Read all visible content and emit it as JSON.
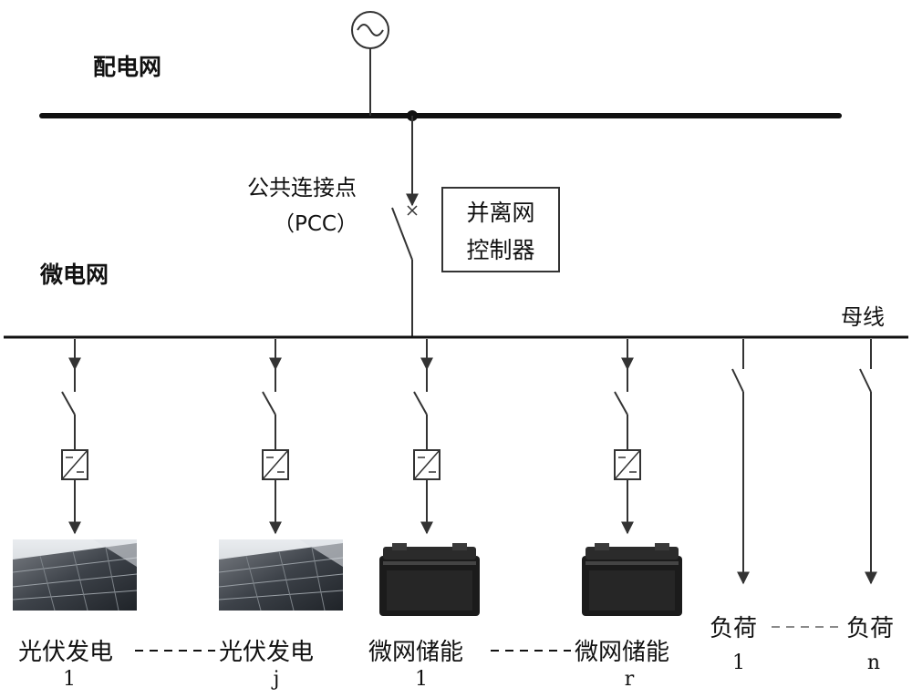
{
  "grid": {
    "label": "配电网"
  },
  "microgrid": {
    "label": "微电网"
  },
  "pcc": {
    "label": "公共连接点",
    "abbr": "（PCC）"
  },
  "controller": {
    "line1": "并离网",
    "line2": "控制器"
  },
  "bus": {
    "label": "母线"
  },
  "units": [
    {
      "label": "光伏发电",
      "index": "1",
      "kind": "solar-panel"
    },
    {
      "label": "光伏发电",
      "index": "j",
      "kind": "solar-panel"
    },
    {
      "label": "微网储能",
      "index": "1",
      "kind": "battery"
    },
    {
      "label": "微网储能",
      "index": "r",
      "kind": "battery"
    },
    {
      "label": "负荷",
      "index": "1",
      "kind": "load"
    },
    {
      "label": "负荷",
      "index": "n",
      "kind": "load"
    }
  ],
  "icons": {
    "generator": "ac-source-icon",
    "breaker": "circuit-breaker-icon",
    "converter": "converter-icon",
    "solar": "solar-panel-icon",
    "battery": "battery-icon"
  }
}
